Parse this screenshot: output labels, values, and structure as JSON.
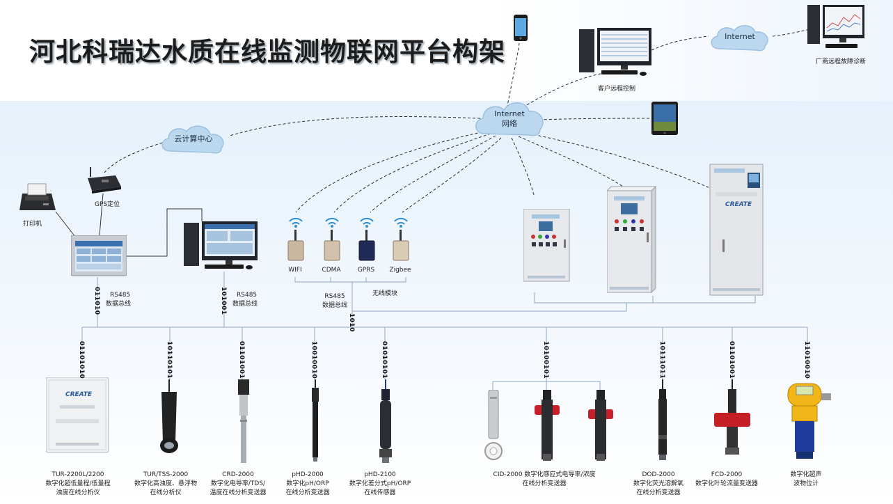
{
  "title": "河北科瑞达水质在线监测物联网平台构架",
  "clouds": {
    "internet_top": "Internet",
    "internet_main_line1": "Internet",
    "internet_main_line2": "网络",
    "cloud_center": "云计算中心"
  },
  "remote": {
    "customer_control": "客户远程控制",
    "vendor_diagnosis": "厂商远程故障诊断"
  },
  "left_group": {
    "printer": "打印机",
    "gps": "GPS定位",
    "rs485_left": "RS485",
    "bus_left": "数据总线",
    "rs485_mid": "RS485",
    "bus_mid": "数据总线",
    "code_left": "011010",
    "code_mid": "101001"
  },
  "wireless": {
    "modules": [
      "WIFI",
      "CDMA",
      "GPRS",
      "Zigbee"
    ],
    "rs485": "RS485",
    "bus": "数据总线",
    "wireless_label": "无线模块",
    "code": "1010"
  },
  "cabinet_brand": "CREATE",
  "sensors": [
    {
      "code": "01101010",
      "lines": [
        "TUR-2200L/2200",
        "数字化超低量程/低量程",
        "浊度在线分析仪"
      ]
    },
    {
      "code": "10110101",
      "lines": [
        "TUR/TSS-2000",
        "数字化高浊度、悬浮物",
        "在线分析仪"
      ]
    },
    {
      "code": "01101001",
      "lines": [
        "CRD-2000",
        "数字化电导率/TDS/",
        "温度在线分析变送器"
      ]
    },
    {
      "code": "10010010",
      "lines": [
        "pHD-2000",
        "数字化pH/ORP",
        "在线分析变送器"
      ]
    },
    {
      "code": "01010101",
      "lines": [
        "pHD-2100",
        "数字化差分式pH/ORP",
        "在线传感器"
      ]
    },
    {
      "code": "10100101",
      "lines": [
        "CID-2000 数字化感应式电导率/浓度",
        "在线分析变送器"
      ]
    },
    {
      "code": "10111011",
      "lines": [
        "DOD-2000",
        "数字化荧光溶解氧",
        "在线分析变送器"
      ]
    },
    {
      "code": "01101001",
      "lines": [
        "FCD-2000",
        "数字化叶轮流量变送器"
      ]
    },
    {
      "code": "11010010",
      "lines": [
        "数字化超声",
        "波物位计"
      ]
    }
  ],
  "colors": {
    "line": "#8fa6bf",
    "cloud_fill": "#bcd8ef",
    "cloud_stroke": "#9cc0e0",
    "cabinet": "#e8eaec",
    "dark": "#2b2f36"
  }
}
